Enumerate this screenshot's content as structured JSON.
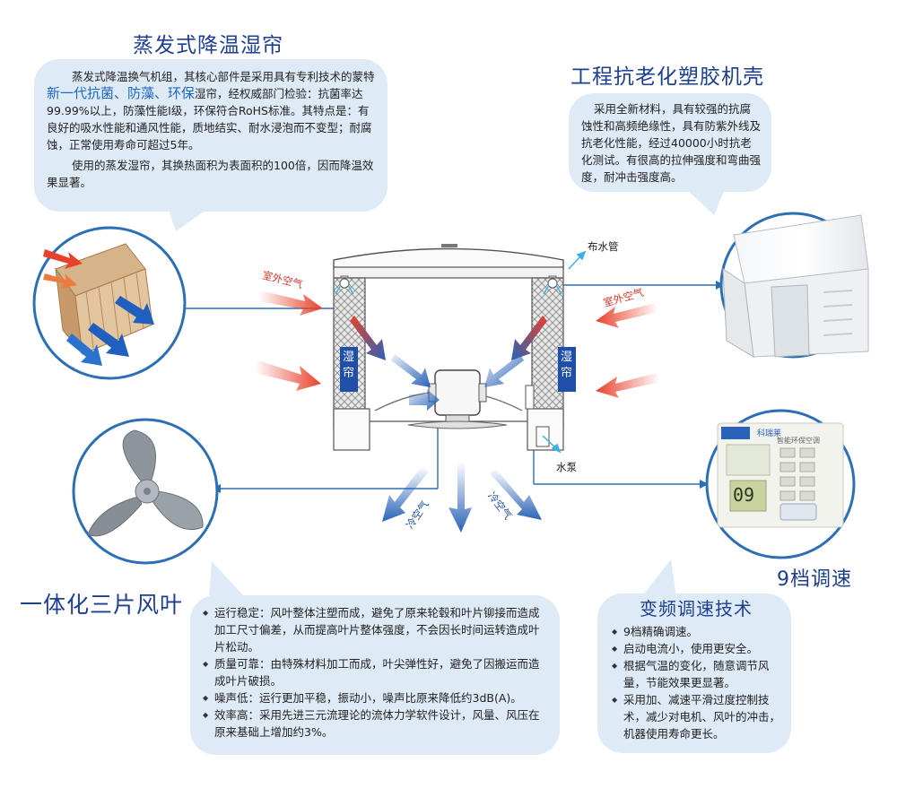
{
  "titles": {
    "evap_pad": "蒸发式降温湿帘",
    "shell": "工程抗老化塑胶机壳",
    "fan_blade": "一体化三片风叶",
    "speed_levels": "9档调速",
    "inverter": "变频调速技术"
  },
  "evap_pad_text": {
    "p1_a": "蒸发式降温换气机组，其核心部件是采用具有专利技术的蒙特",
    "p1_hl": "新一代抗菌、防藻、环保",
    "p1_b": "湿帘，经权威部门检验：抗菌率达99.99%以上，防藻性能Ⅰ级，环保符合RoHS标准。其特点是：有良好的吸水性能和通风性能，质地结实、耐水浸泡而不变型；耐腐蚀，正常使用寿命可超过5年。",
    "p2": "使用的蒸发湿帘，其换热面积为表面积的100倍，因而降温效果显著。"
  },
  "shell_text": "采用全新材料，具有较强的抗腐蚀性和高频绝缘性，具有防紫外线及抗老化性能，经过40000小时抗老化测试。有很高的拉伸强度和弯曲强度，耐冲击强度高。",
  "fan_points": [
    "运行稳定：风叶整体注塑而成，避免了原来轮毂和叶片铆接而造成加工尺寸偏差，从而提高叶片整体强度，不会因长时间运转造成叶片松动。",
    "质量可靠：由特殊材料加工而成，叶尖弹性好，避免了因搬运而造成叶片破损。",
    "噪声低：运行更加平稳，振动小，噪声比原来降低约3dB(A)。",
    "效率高：采用先进三元流理论的流体力学软件设计，风量、风压在原来基础上增加约3%。"
  ],
  "inverter_points": [
    "9档精确调速。",
    "启动电流小，使用更安全。",
    "根据气温的变化，随意调节风量，节能效果更显著。",
    "采用加、减速平滑过度控制技术，减少对电机、风叶的冲击，机器使用寿命更长。"
  ],
  "diagram_labels": {
    "water_pipe": "布水管",
    "outdoor_air_left": "室外空气",
    "outdoor_air_right": "室外空气",
    "pad_left": "湿帘",
    "pad_right": "湿帘",
    "cold_air_left": "冷空气",
    "cold_air_right": "冷空气",
    "pump": "水泵"
  },
  "panel": {
    "brand": "科瑞莱",
    "subtitle": "智能环保空调",
    "display": "09"
  },
  "colors": {
    "title": "#1d3f8f",
    "bubble": "#deeaf5",
    "connector": "#2d6fb5",
    "warm_arrow": "#e8412b",
    "cool_arrow": "#2a63b8"
  }
}
